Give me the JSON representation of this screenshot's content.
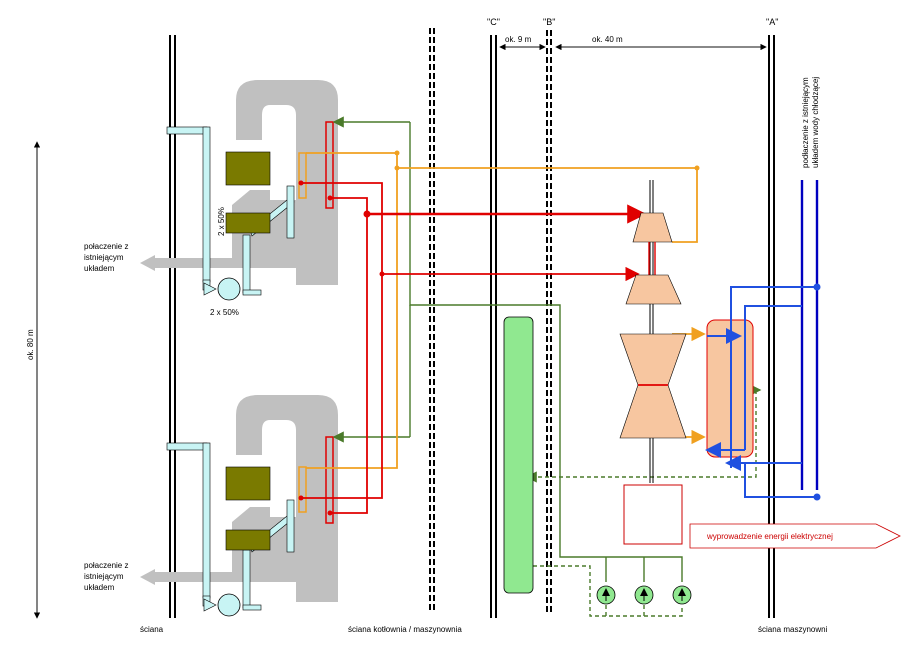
{
  "axis_labels": {
    "c": "\"C\"",
    "b": "\"B\"",
    "a": "\"A\""
  },
  "dimensions": {
    "cb": "ok. 9 m",
    "ba": "ok. 40 m",
    "height": "ok. 80 m"
  },
  "labels": {
    "fan_upper_pct": "2 x 50%",
    "pump_upper_pct": "2 x 50%",
    "connection_upper": [
      "połaczenie z",
      "istniejącym",
      "układem"
    ],
    "connection_lower": [
      "połaczenie z",
      "istniejącym",
      "układem"
    ],
    "cooling_water": [
      "podłaczenie z istniejącym",
      "układem wody chłodzącej"
    ],
    "power_output": "wyprowadzenie energii elektrycznej",
    "wall_left": "ściana",
    "wall_boiler_machine": "ściana kotłownia / maszynownia",
    "wall_machine": "ściana maszynowni"
  },
  "colors": {
    "gray": "#c0c0c0",
    "red": "#e00000",
    "orange": "#f0a020",
    "green": "#4a7a2a",
    "blue": "#2050e0",
    "navy": "#0000c0",
    "peach": "#f7c6a0",
    "olive": "#7a7a00",
    "cyan": "#c8f4f4",
    "lightgreen": "#90e890"
  }
}
